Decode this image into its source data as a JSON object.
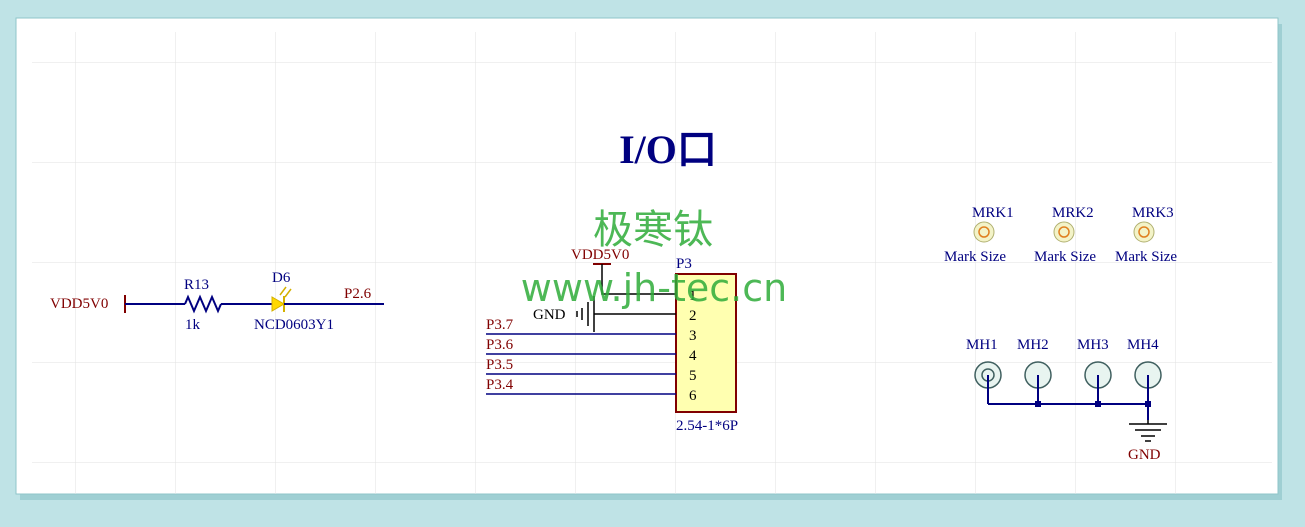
{
  "title": "I/O口",
  "watermark": {
    "cn": "极寒钛",
    "url": "www.jh-tec.cn"
  },
  "led_circuit": {
    "power": "VDD5V0",
    "resistor": {
      "ref": "R13",
      "value": "1k"
    },
    "led": {
      "ref": "D6",
      "part": "NCD0603Y1"
    },
    "net": "P2.6"
  },
  "connector": {
    "ref": "P3",
    "footprint": "2.54-1*6P",
    "power": "VDD5V0",
    "ground": "GND",
    "pins": [
      "1",
      "2",
      "3",
      "4",
      "5",
      "6"
    ],
    "nets": [
      "P3.7",
      "P3.6",
      "P3.5",
      "P3.4"
    ]
  },
  "marks": [
    {
      "ref": "MRK1",
      "label": "Mark Size"
    },
    {
      "ref": "MRK2",
      "label": "Mark Size"
    },
    {
      "ref": "MRK3",
      "label": "Mark Size"
    }
  ],
  "mounting_holes": {
    "refs": [
      "MH1",
      "MH2",
      "MH3",
      "MH4"
    ],
    "ground": "GND"
  },
  "colors": {
    "wire": "#000080",
    "text_blue": "#000080",
    "text_red": "#800000",
    "body_fill": "#ffffb0",
    "body_stroke": "#800000",
    "grid": "#e4e4e4",
    "frame": "#bfe3e6",
    "watermark": "#2eab38"
  }
}
